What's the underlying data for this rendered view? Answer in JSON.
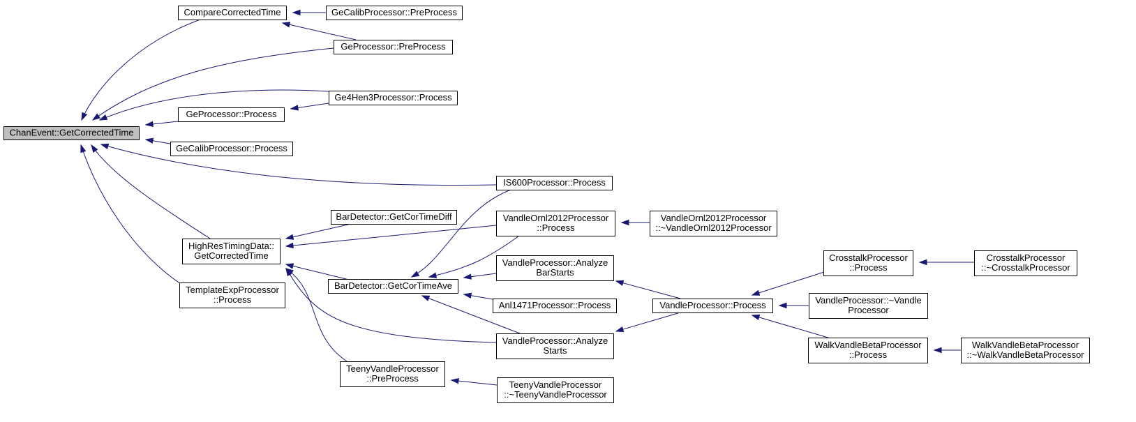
{
  "graph": {
    "title": "",
    "colors": {
      "edge": "#191970",
      "root_fill": "#bfbfbf",
      "node_fill": "#ffffff",
      "node_border": "#000000"
    },
    "nodes": [
      {
        "id": "root",
        "lines": [
          "ChanEvent::GetCorrectedTime"
        ],
        "root": true
      },
      {
        "id": "cct",
        "lines": [
          "CompareCorrectedTime"
        ]
      },
      {
        "id": "gecal_pre",
        "lines": [
          "GeCalibProcessor::PreProcess"
        ]
      },
      {
        "id": "ge_pre",
        "lines": [
          "GeProcessor::PreProcess"
        ]
      },
      {
        "id": "ge4hen3",
        "lines": [
          "Ge4Hen3Processor::Process"
        ]
      },
      {
        "id": "ge_proc",
        "lines": [
          "GeProcessor::Process"
        ]
      },
      {
        "id": "gecal_proc",
        "lines": [
          "GeCalibProcessor::Process"
        ]
      },
      {
        "id": "is600",
        "lines": [
          "IS600Processor::Process"
        ]
      },
      {
        "id": "hrtd",
        "lines": [
          "HighResTimingData::",
          "GetCorrectedTime"
        ]
      },
      {
        "id": "texp",
        "lines": [
          "TemplateExpProcessor",
          "::Process"
        ]
      },
      {
        "id": "bd_diff",
        "lines": [
          "BarDetector::GetCorTimeDiff"
        ]
      },
      {
        "id": "bd_ave",
        "lines": [
          "BarDetector::GetCorTimeAve"
        ]
      },
      {
        "id": "teeny_pre",
        "lines": [
          "TeenyVandleProcessor",
          "::PreProcess"
        ]
      },
      {
        "id": "vo2012",
        "lines": [
          "VandleOrnl2012Processor",
          "::Process"
        ]
      },
      {
        "id": "vo2012_d",
        "lines": [
          "VandleOrnl2012Processor",
          "::~VandleOrnl2012Processor"
        ]
      },
      {
        "id": "vp_abs",
        "lines": [
          "VandleProcessor::Analyze",
          "BarStarts"
        ]
      },
      {
        "id": "anl1471",
        "lines": [
          "Anl1471Processor::Process"
        ]
      },
      {
        "id": "vp_as",
        "lines": [
          "VandleProcessor::Analyze",
          "Starts"
        ]
      },
      {
        "id": "teeny_d",
        "lines": [
          "TeenyVandleProcessor",
          "::~TeenyVandleProcessor"
        ]
      },
      {
        "id": "vp_proc",
        "lines": [
          "VandleProcessor::Process"
        ]
      },
      {
        "id": "ct_proc",
        "lines": [
          "CrosstalkProcessor",
          "::Process"
        ]
      },
      {
        "id": "ct_d",
        "lines": [
          "CrosstalkProcessor",
          "::~CrosstalkProcessor"
        ]
      },
      {
        "id": "vp_d",
        "lines": [
          "VandleProcessor::~Vandle",
          "Processor"
        ]
      },
      {
        "id": "wvb_proc",
        "lines": [
          "WalkVandleBetaProcessor",
          "::Process"
        ]
      },
      {
        "id": "wvb_d",
        "lines": [
          "WalkVandleBetaProcessor",
          "::~WalkVandleBetaProcessor"
        ]
      }
    ],
    "edges": [
      {
        "from": "cct",
        "to": "root"
      },
      {
        "from": "ge_pre",
        "to": "root"
      },
      {
        "from": "ge4hen3",
        "to": "root"
      },
      {
        "from": "ge_proc",
        "to": "root"
      },
      {
        "from": "gecal_proc",
        "to": "root"
      },
      {
        "from": "is600",
        "to": "root"
      },
      {
        "from": "hrtd",
        "to": "root"
      },
      {
        "from": "texp",
        "to": "root"
      },
      {
        "from": "gecal_pre",
        "to": "cct"
      },
      {
        "from": "ge_pre",
        "to": "cct"
      },
      {
        "from": "ge4hen3",
        "to": "ge_proc"
      },
      {
        "from": "bd_diff",
        "to": "hrtd"
      },
      {
        "from": "vo2012",
        "to": "hrtd"
      },
      {
        "from": "bd_ave",
        "to": "hrtd"
      },
      {
        "from": "vp_as",
        "to": "hrtd"
      },
      {
        "from": "teeny_pre",
        "to": "hrtd"
      },
      {
        "from": "is600",
        "to": "bd_ave"
      },
      {
        "from": "vo2012",
        "to": "bd_ave"
      },
      {
        "from": "vp_abs",
        "to": "bd_ave"
      },
      {
        "from": "anl1471",
        "to": "bd_ave"
      },
      {
        "from": "vp_as",
        "to": "bd_ave"
      },
      {
        "from": "vo2012_d",
        "to": "vo2012"
      },
      {
        "from": "vp_proc",
        "to": "vp_abs"
      },
      {
        "from": "vp_proc",
        "to": "vp_as"
      },
      {
        "from": "teeny_d",
        "to": "teeny_pre"
      },
      {
        "from": "ct_proc",
        "to": "vp_proc"
      },
      {
        "from": "vp_d",
        "to": "vp_proc"
      },
      {
        "from": "wvb_proc",
        "to": "vp_proc"
      },
      {
        "from": "ct_d",
        "to": "ct_proc"
      },
      {
        "from": "wvb_d",
        "to": "wvb_proc"
      }
    ]
  }
}
